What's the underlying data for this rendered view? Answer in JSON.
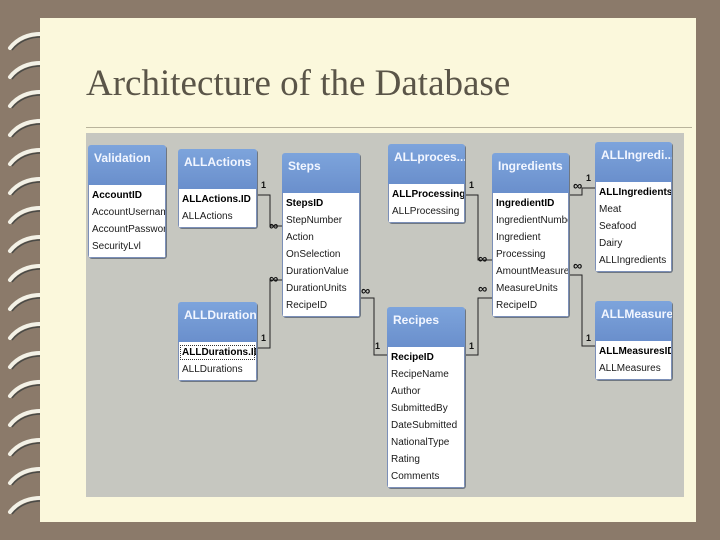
{
  "title": "Architecture of the Database",
  "tables": [
    {
      "id": "validation",
      "name": "Validation",
      "fields": [
        {
          "label": "AccountID",
          "key": true
        },
        {
          "label": "AccountUsername"
        },
        {
          "label": "AccountPassword"
        },
        {
          "label": "SecurityLvl"
        }
      ]
    },
    {
      "id": "allactions",
      "name": "ALLActions",
      "fields": [
        {
          "label": "ALLActions.ID",
          "key": true
        },
        {
          "label": "ALLActions"
        }
      ]
    },
    {
      "id": "steps",
      "name": "Steps",
      "fields": [
        {
          "label": "StepsID",
          "key": true
        },
        {
          "label": "StepNumber"
        },
        {
          "label": "Action"
        },
        {
          "label": "OnSelection"
        },
        {
          "label": "DurationValue"
        },
        {
          "label": "DurationUnits"
        },
        {
          "label": "RecipeID"
        }
      ]
    },
    {
      "id": "allprocessing",
      "name": "ALLproces...",
      "fields": [
        {
          "label": "ALLProcessingID",
          "key": true
        },
        {
          "label": "ALLProcessing"
        }
      ]
    },
    {
      "id": "ingredients",
      "name": "Ingredients",
      "fields": [
        {
          "label": "IngredientID",
          "key": true
        },
        {
          "label": "IngredientNumber"
        },
        {
          "label": "Ingredient"
        },
        {
          "label": "Processing"
        },
        {
          "label": "AmountMeasure"
        },
        {
          "label": "MeasureUnits"
        },
        {
          "label": "RecipeID"
        }
      ]
    },
    {
      "id": "allingredients",
      "name": "ALLIngredi...",
      "fields": [
        {
          "label": "ALLIngredientsID",
          "key": true
        },
        {
          "label": "Meat"
        },
        {
          "label": "Seafood"
        },
        {
          "label": "Dairy"
        },
        {
          "label": "ALLIngredients"
        }
      ]
    },
    {
      "id": "alldurations",
      "name": "ALLDurations",
      "fields": [
        {
          "label": "ALLDurations.ID",
          "key": true,
          "selected": true
        },
        {
          "label": "ALLDurations"
        }
      ]
    },
    {
      "id": "recipes",
      "name": "Recipes",
      "fields": [
        {
          "label": "RecipeID",
          "key": true
        },
        {
          "label": "RecipeName"
        },
        {
          "label": "Author"
        },
        {
          "label": "SubmittedBy"
        },
        {
          "label": "DateSubmitted"
        },
        {
          "label": "NationalType"
        },
        {
          "label": "Rating"
        },
        {
          "label": "Comments"
        }
      ]
    },
    {
      "id": "allmeasures",
      "name": "ALLMeasures",
      "fields": [
        {
          "label": "ALLMeasuresID",
          "key": true
        },
        {
          "label": "ALLMeasures"
        }
      ]
    }
  ],
  "relationships": [
    {
      "id": "actions-steps",
      "one": "1",
      "many": "∞"
    },
    {
      "id": "durations-steps",
      "one": "1",
      "many": "∞"
    },
    {
      "id": "steps-recipes",
      "one": "1",
      "many": "∞"
    },
    {
      "id": "processing-ingredients",
      "one": "1",
      "many": "∞"
    },
    {
      "id": "recipes-ingredients",
      "one": "1",
      "many": "∞"
    },
    {
      "id": "allingredients-ingredients",
      "one": "1",
      "many": "∞"
    },
    {
      "id": "measures-ingredients",
      "one": "1",
      "many": "∞"
    }
  ]
}
